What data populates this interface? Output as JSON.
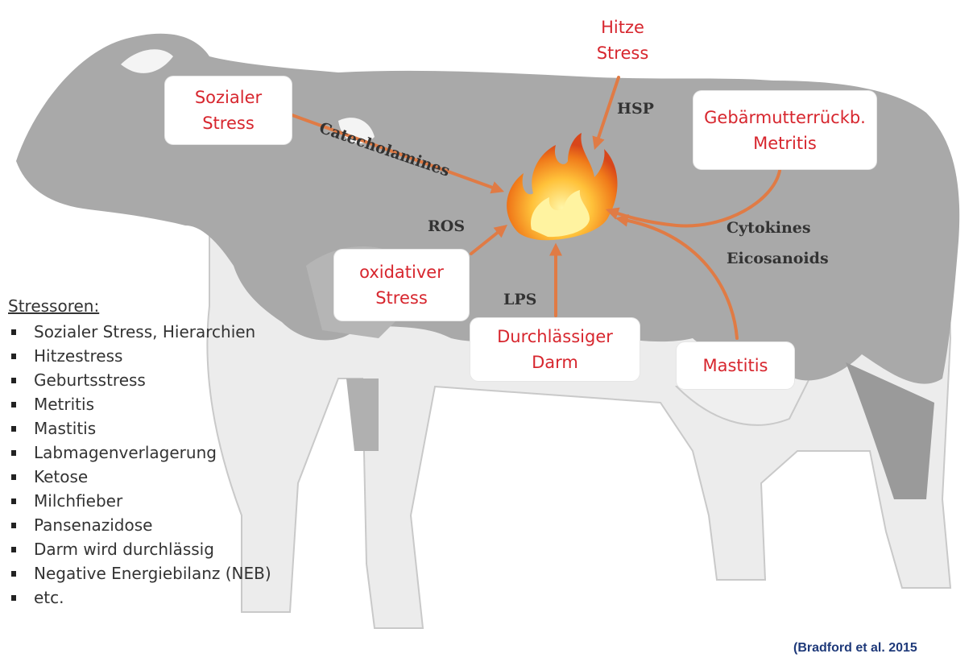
{
  "nodes": {
    "sozialer": [
      "Sozialer",
      "Stress"
    ],
    "hitze": [
      "Hitze",
      "Stress"
    ],
    "gebaermutter": [
      "Gebärmutterrückb.",
      "Metritis"
    ],
    "oxidativer": [
      "oxidativer",
      "Stress"
    ],
    "darm": [
      "Durchlässiger",
      "Darm"
    ],
    "mastitis": [
      "Mastitis"
    ]
  },
  "mediators": {
    "catecholamines": "Catecholamines",
    "hsp": "HSP",
    "ros": "ROS",
    "lps": "LPS",
    "cytokines": "Cytokines",
    "eicosanoids": "Eicosanoids"
  },
  "stressors": {
    "heading": "Stressoren:",
    "items": [
      "Sozialer Stress, Hierarchien",
      "Hitzestress",
      "Geburtsstress",
      "Metritis",
      "Mastitis",
      "Labmagenverlagerung",
      "Ketose",
      "Milchfieber",
      "Pansenazidose",
      "Darm wird durchlässig",
      "Negative Energiebilanz (NEB)",
      "etc."
    ]
  },
  "citation": "(Bradford et al. 2015",
  "colors": {
    "node_text": "#d7262e",
    "arrow": "#e07b45",
    "cow_body": "#a9a9a9",
    "cow_light": "#ececec",
    "citation": "#1f3a7a"
  }
}
